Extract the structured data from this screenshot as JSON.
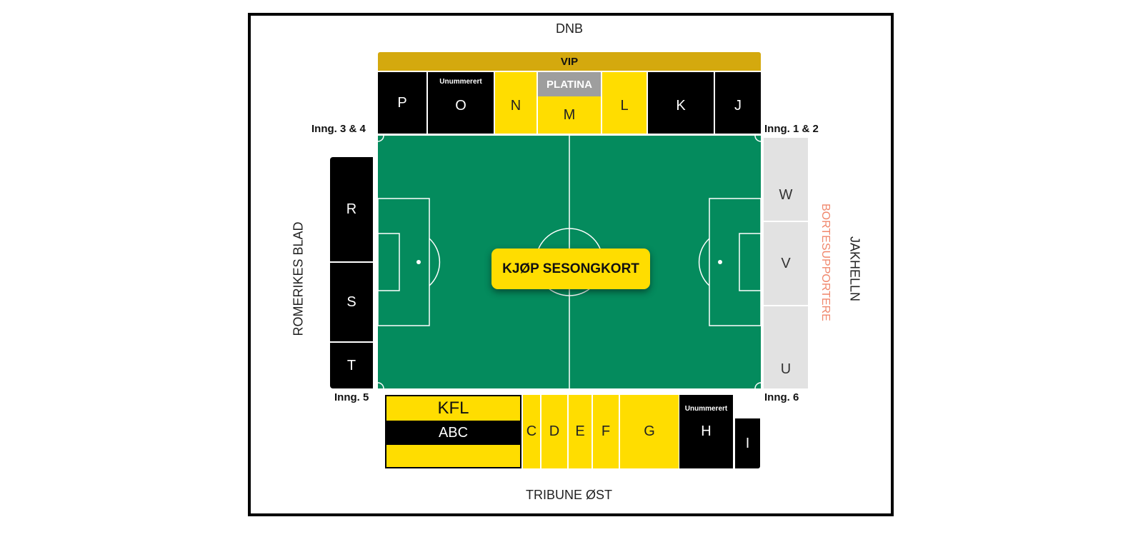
{
  "stands": {
    "north": "DNB",
    "south": "TRIBUNE ØST",
    "west": "ROMERIKES BLAD",
    "east": "JAKHELLN"
  },
  "away_label": "BORTESUPPORTERE",
  "gates": {
    "g34": "Inng. 3 & 4",
    "g12": "Inng. 1 & 2",
    "g5": "Inng. 5",
    "g6": "Inng. 6"
  },
  "top": {
    "vip": "VIP",
    "platina": "PLATINA",
    "unnumbered": "Unummerert",
    "P": "P",
    "O": "O",
    "N": "N",
    "M": "M",
    "L": "L",
    "K": "K",
    "J": "J"
  },
  "left": {
    "R": "R",
    "S": "S",
    "T": "T"
  },
  "right": {
    "W": "W",
    "V": "V",
    "U": "U"
  },
  "bottom": {
    "kfl": "KFL",
    "abc": "ABC",
    "C": "C",
    "D": "D",
    "E": "E",
    "F": "F",
    "G": "G",
    "H": "H",
    "I": "I",
    "unnumbered": "Unummerert"
  },
  "cta": "KJØP SESONGKORT",
  "colors": {
    "pitch": "#048b5d",
    "yellow": "#ffdd00",
    "vip": "#d4a90e",
    "platina": "#9e9e9e",
    "away": "#f0866b",
    "black": "#000000",
    "grey_stand": "#e2e2e2"
  }
}
